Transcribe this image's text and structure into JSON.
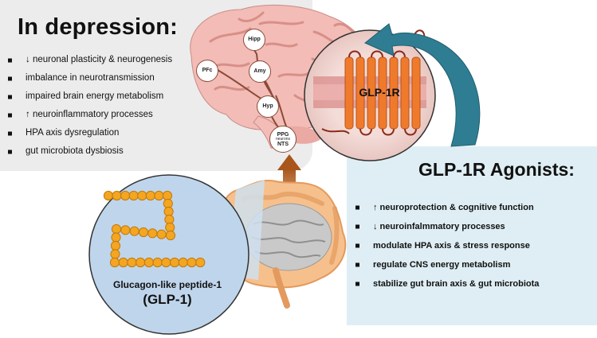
{
  "depression": {
    "title": "In depression:",
    "items": [
      "↓ neuronal plasticity & neurogenesis",
      "imbalance in neurotransmission",
      "impaired brain energy metabolism",
      "↑ neuroinflammatory processes",
      "HPA axis dysregulation",
      "gut microbiota dysbiosis"
    ]
  },
  "agonists": {
    "title": "GLP-1R Agonists:",
    "items": [
      "↑ neuroprotection & cognitive function",
      "↓ neuroinfalmmatory processes",
      "modulate HPA axis & stress response",
      "regulate CNS energy metabolism",
      "stabilize gut brain axis & gut microbiota"
    ]
  },
  "brain": {
    "regions": [
      "Hipp",
      "Amy",
      "PFc",
      "Hyp"
    ],
    "ppg": {
      "line1": "PPG",
      "line2": "neurons",
      "line3": "NTS"
    }
  },
  "receptor": {
    "label": "GLP-1R"
  },
  "peptide": {
    "name": "Glucagon-like peptide-1",
    "abbr": "(GLP-1)"
  },
  "colors": {
    "receptor_orange": "#f07a2c",
    "arrow_teal": "#2f7d92",
    "beads": "#f4a521",
    "brain_pink": "#f2b4b0"
  }
}
